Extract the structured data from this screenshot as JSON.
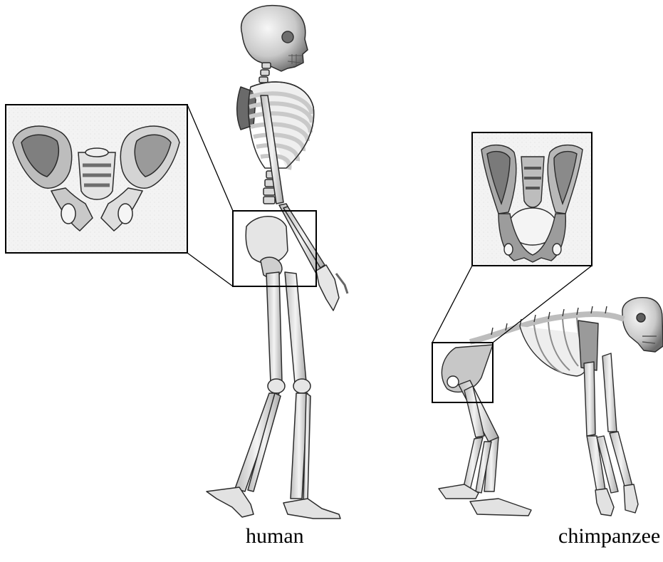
{
  "captions": {
    "human": "human",
    "chimpanzee": "chimpanzee"
  },
  "colors": {
    "background": "#ffffff",
    "bone_light": "#f2f2f2",
    "bone_mid": "#cfcfcf",
    "bone_dark": "#8a8a8a",
    "outline": "#2b2b2b",
    "callout_border": "#000000"
  },
  "figures": [
    {
      "name": "human-skeleton",
      "insets": [
        "human-pelvis-closeup"
      ]
    },
    {
      "name": "chimpanzee-skeleton",
      "insets": [
        "chimpanzee-pelvis-closeup"
      ]
    }
  ]
}
